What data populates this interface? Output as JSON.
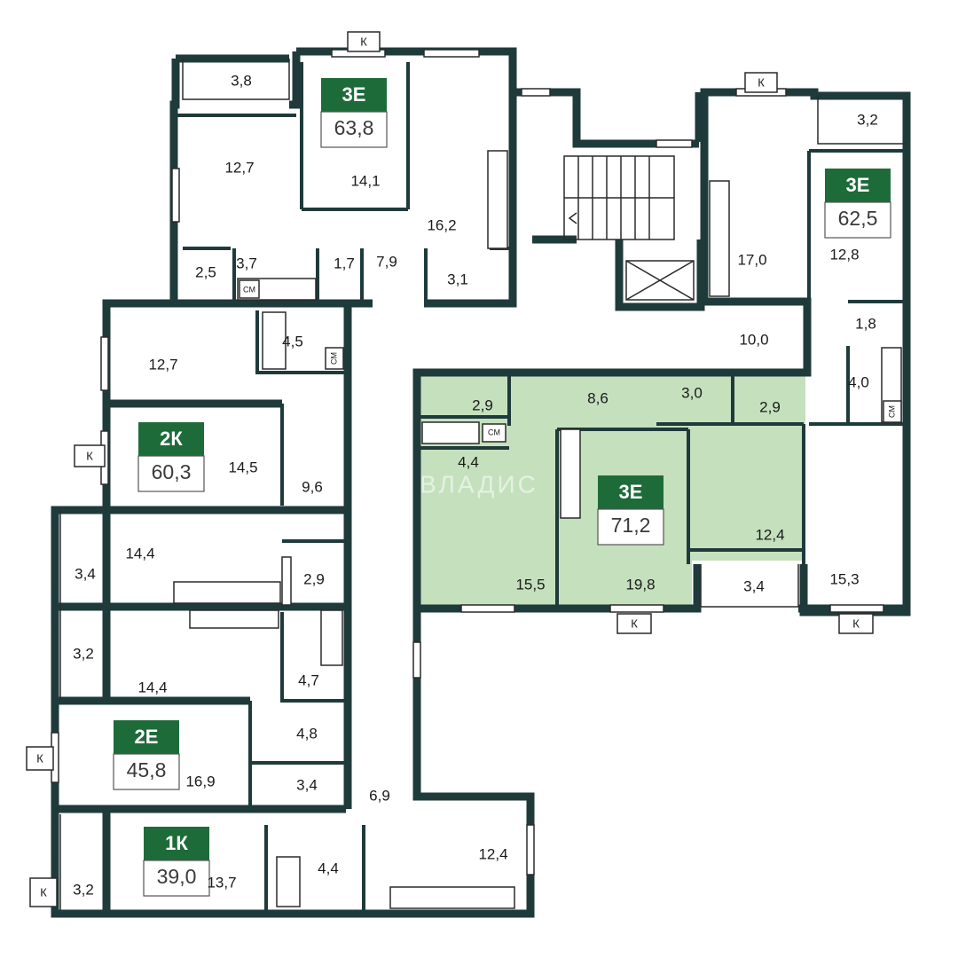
{
  "apartments": [
    {
      "type": "3Е",
      "area": "63,8"
    },
    {
      "type": "3Е",
      "area": "62,5"
    },
    {
      "type": "2К",
      "area": "60,3"
    },
    {
      "type": "3Е",
      "area": "71,2"
    },
    {
      "type": "2Е",
      "area": "45,8"
    },
    {
      "type": "1К",
      "area": "39,0"
    }
  ],
  "rooms": [
    "3,8",
    "12,7",
    "14,1",
    "16,2",
    "2,5",
    "3,7",
    "1,7",
    "7,9",
    "3,1",
    "12,7",
    "4,5",
    "14,5",
    "9,6",
    "3,4",
    "14,4",
    "2,9",
    "3,2",
    "14,4",
    "4,7",
    "4,8",
    "16,9",
    "3,4",
    "6,9",
    "3,2",
    "13,7",
    "4,4",
    "12,4",
    "3,2",
    "17,0",
    "12,8",
    "10,0",
    "1,8",
    "4,0",
    "2,9",
    "8,6",
    "3,0",
    "2,9",
    "4,4",
    "15,5",
    "19,8",
    "12,4",
    "3,4",
    "15,3"
  ],
  "markers": {
    "balcony": "К",
    "washer": "СМ"
  },
  "watermark": "ВЛАДИС",
  "colors": {
    "wall": "#1f3a3a",
    "badge": "#1e6b3a",
    "highlight": "#c5e0bd"
  }
}
